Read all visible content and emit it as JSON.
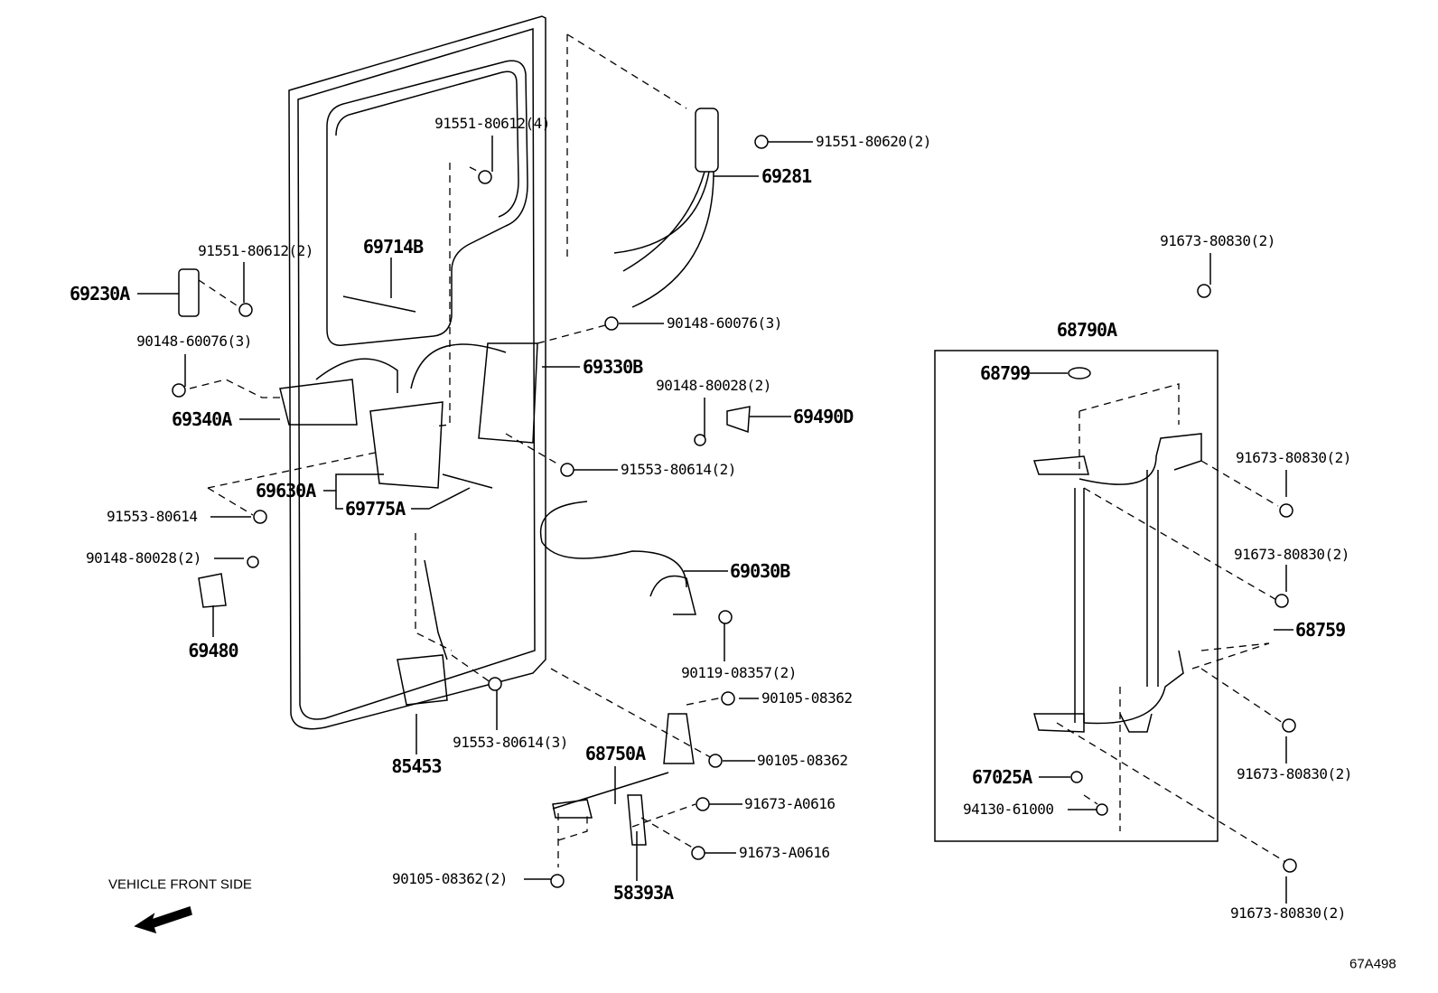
{
  "diagram_code": "67A498",
  "direction_note": "VEHICLE FRONT SIDE",
  "door_parts": {
    "p91551_80612_4": "91551-80612(4)",
    "p91551_80620_2": "91551-80620(2)",
    "p69281": "69281",
    "p69714B": "69714B",
    "p91551_80612_2": "91551-80612(2)",
    "p69230A": "69230A",
    "p90148_60076_3_right": "90148-60076(3)",
    "p90148_60076_3_left": "90148-60076(3)",
    "p69330B": "69330B",
    "p90148_80028_2_right": "90148-80028(2)",
    "p69490D": "69490D",
    "p69340A": "69340A",
    "p91553_80614_2": "91553-80614(2)",
    "p69630A": "69630A",
    "p69775A": "69775A",
    "p91553_80614": "91553-80614",
    "p90148_80028_2_left": "90148-80028(2)",
    "p69030B": "69030B",
    "p69480": "69480",
    "p90119_08357_2": "90119-08357(2)",
    "p90105_08362_a": "90105-08362",
    "p91553_80614_3": "91553-80614(3)",
    "p90105_08362_b": "90105-08362",
    "p68750A": "68750A",
    "p85453": "85453",
    "p91673_A0616_a": "91673-A0616",
    "p91673_A0616_b": "91673-A0616",
    "p90105_08362_2": "90105-08362(2)",
    "p58393A": "58393A"
  },
  "hinge_parts": {
    "p91673_80830_top": "91673-80830(2)",
    "p68790A": "68790A",
    "p68799": "68799",
    "p91673_80830_r1": "91673-80830(2)",
    "p91673_80830_r2": "91673-80830(2)",
    "p68759": "68759",
    "p91673_80830_r3": "91673-80830(2)",
    "p67025A": "67025A",
    "p94130_61000": "94130-61000",
    "p91673_80830_bottom": "91673-80830(2)"
  }
}
